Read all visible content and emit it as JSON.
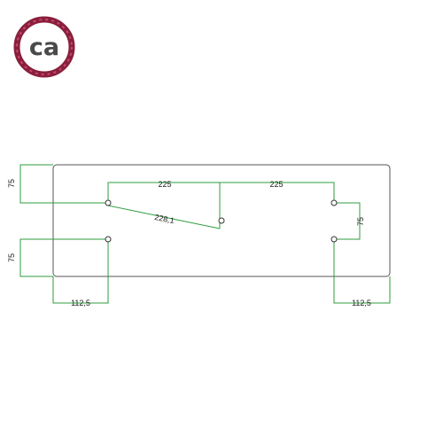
{
  "logo": {
    "text": "ca",
    "ring_color": "#8a1f3d",
    "text_color": "#4a4a4a"
  },
  "drawing": {
    "plate_stroke": "#555555",
    "dimension_color": "#2e9e3e",
    "hole_color": "#333333",
    "dimensions": {
      "left_top_vertical": "75",
      "left_bottom_vertical": "75",
      "top_span_left": "225",
      "top_span_right": "225",
      "diagonal": "228,1",
      "right_vertical": "75",
      "bottom_left_horizontal": "112,5",
      "bottom_right_horizontal": "112,5"
    }
  }
}
